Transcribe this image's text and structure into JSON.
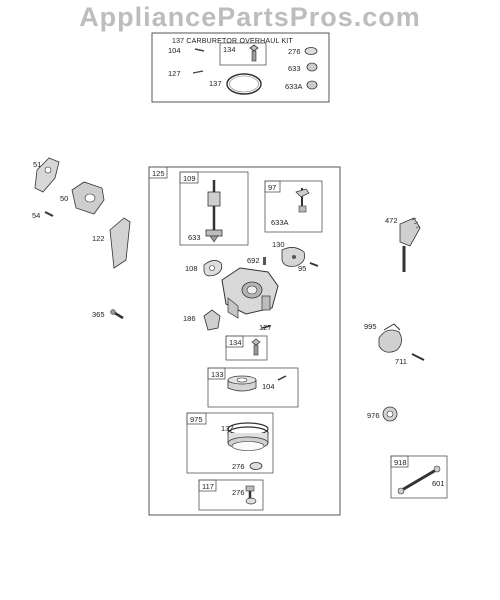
{
  "watermark": "AppliancePartsPros.com",
  "kit": {
    "title": "137 CARBURETOR OVERHAUL KIT",
    "labels": {
      "p104": "104",
      "p134": "134",
      "p276": "276",
      "p127": "127",
      "p633": "633",
      "p137": "137",
      "p633a": "633A"
    }
  },
  "main": {
    "labels": {
      "p125": "125",
      "p109": "109",
      "p633": "633",
      "p97": "97",
      "p633a": "633A",
      "p130": "130",
      "p692": "692",
      "p95": "95",
      "p108": "108",
      "p186": "186",
      "p127": "127",
      "p134": "134",
      "p133": "133",
      "p104": "104",
      "p975": "975",
      "p137": "137",
      "p276a": "276",
      "p117": "117",
      "p276b": "276"
    }
  },
  "left": {
    "labels": {
      "p51": "51",
      "p50": "50",
      "p54": "54",
      "p122": "122",
      "p365": "365"
    }
  },
  "right": {
    "labels": {
      "p472": "472",
      "p995": "995",
      "p711": "711",
      "p976": "976",
      "p918": "918",
      "p601": "601"
    }
  }
}
